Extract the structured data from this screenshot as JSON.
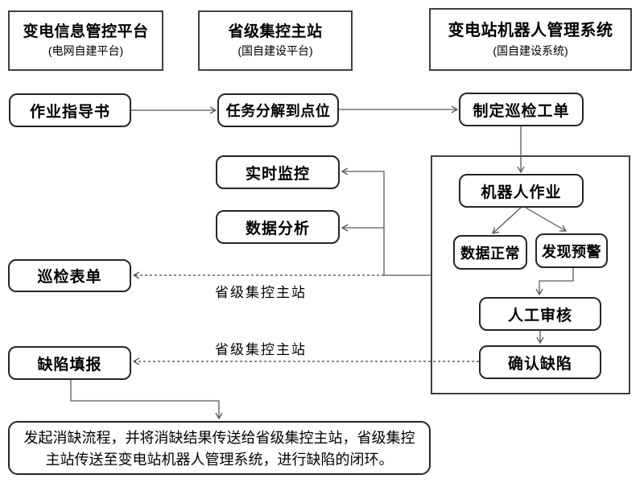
{
  "headers": [
    {
      "title": "变电信息管控平台",
      "subtitle": "(电网自建平台)"
    },
    {
      "title": "省级集控主站",
      "subtitle": "(国自建设平台)"
    },
    {
      "title": "变电站机器人管理系统",
      "subtitle": "(国自建设系统)"
    }
  ],
  "nodes": {
    "work_guide": "作业指导书",
    "task_to_points": "任务分解到点位",
    "create_inspection_order": "制定巡检工单",
    "realtime_monitoring": "实时监控",
    "data_analysis": "数据分析",
    "inspection_form": "巡检表单",
    "defect_filling": "缺陷填报",
    "robot_operation": "机器人作业",
    "data_normal": "数据正常",
    "warning_found": "发现预警",
    "manual_review": "人工审核",
    "confirm_defect": "确认缺陷"
  },
  "edge_labels": {
    "to_inspection_form": "省级集控主站",
    "to_defect_filling": "省级集控主站"
  },
  "note": "发起消缺流程，并将消缺结果传送给省级集控主站，省级集控主站传送至变电站机器人管理系统，进行缺陷的闭环。",
  "colors": {
    "connector": "#595959",
    "dashed_connector": "#404040",
    "node_border": "#262626",
    "frame_border": "#404040",
    "text": "#000000",
    "background": "#ffffff"
  }
}
